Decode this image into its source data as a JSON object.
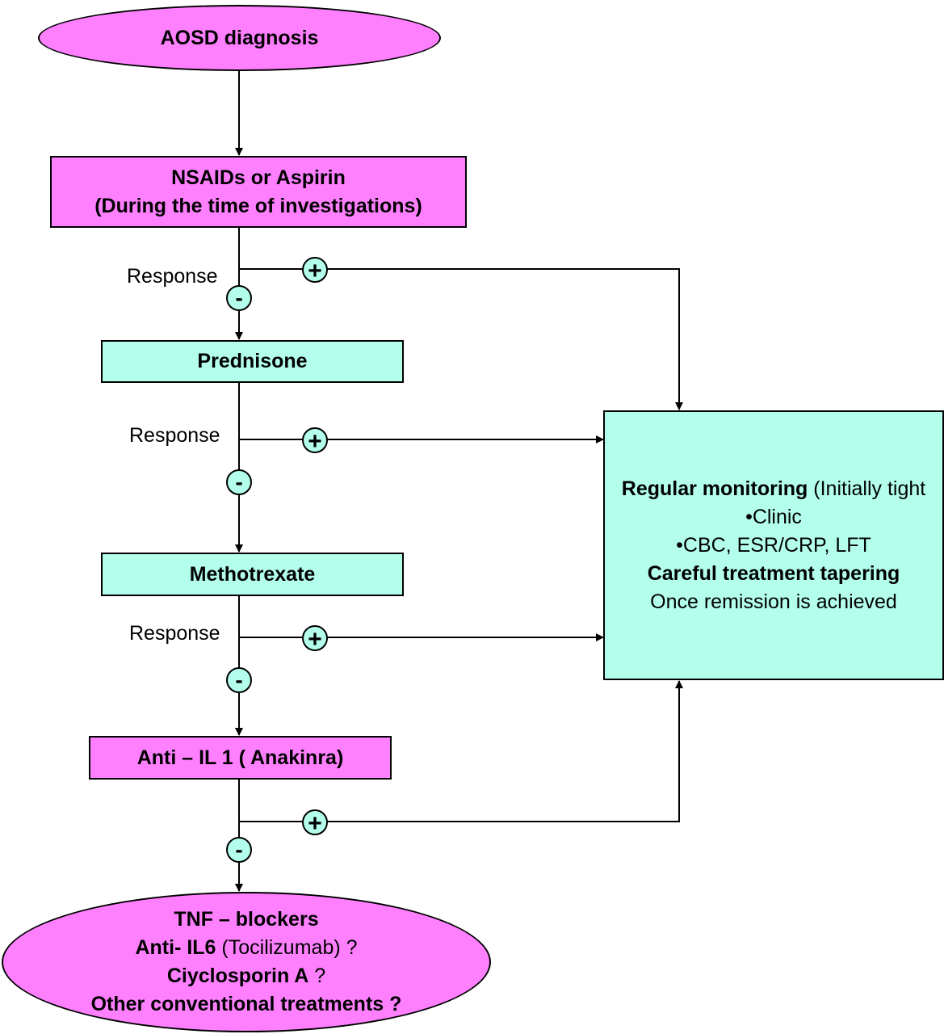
{
  "start": {
    "label": "AOSD diagnosis"
  },
  "nsaids": {
    "line1": "NSAIDs or Aspirin",
    "line2": "(During the time of investigations)"
  },
  "prednisone": {
    "label": "Prednisone"
  },
  "methotrexate": {
    "label": "Methotrexate"
  },
  "anakinra": {
    "label": "Anti – IL 1 ( Anakinra)"
  },
  "response_labels": [
    "Response",
    "Response",
    "Response"
  ],
  "badges": {
    "positive": "+",
    "negative": "-"
  },
  "monitoring": {
    "line1_bold": "Regular monitoring",
    "line1_rest": " (Initially tight",
    "line2": "•Clinic",
    "line3": "•CBC, ESR/CRP, LFT",
    "line4": "Careful treatment tapering",
    "line5": "Once remission is achieved"
  },
  "final": {
    "line1": "TNF – blockers",
    "line2_bold": "Anti- IL6",
    "line2_rest": " (Tocilizumab) ?",
    "line3_bold": "Ciyclosporin A",
    "line3_rest": " ?",
    "line4": "Other conventional treatments ?"
  },
  "colors": {
    "pink": "#ff80ff",
    "teal": "#b3ffec",
    "line": "#000000"
  }
}
